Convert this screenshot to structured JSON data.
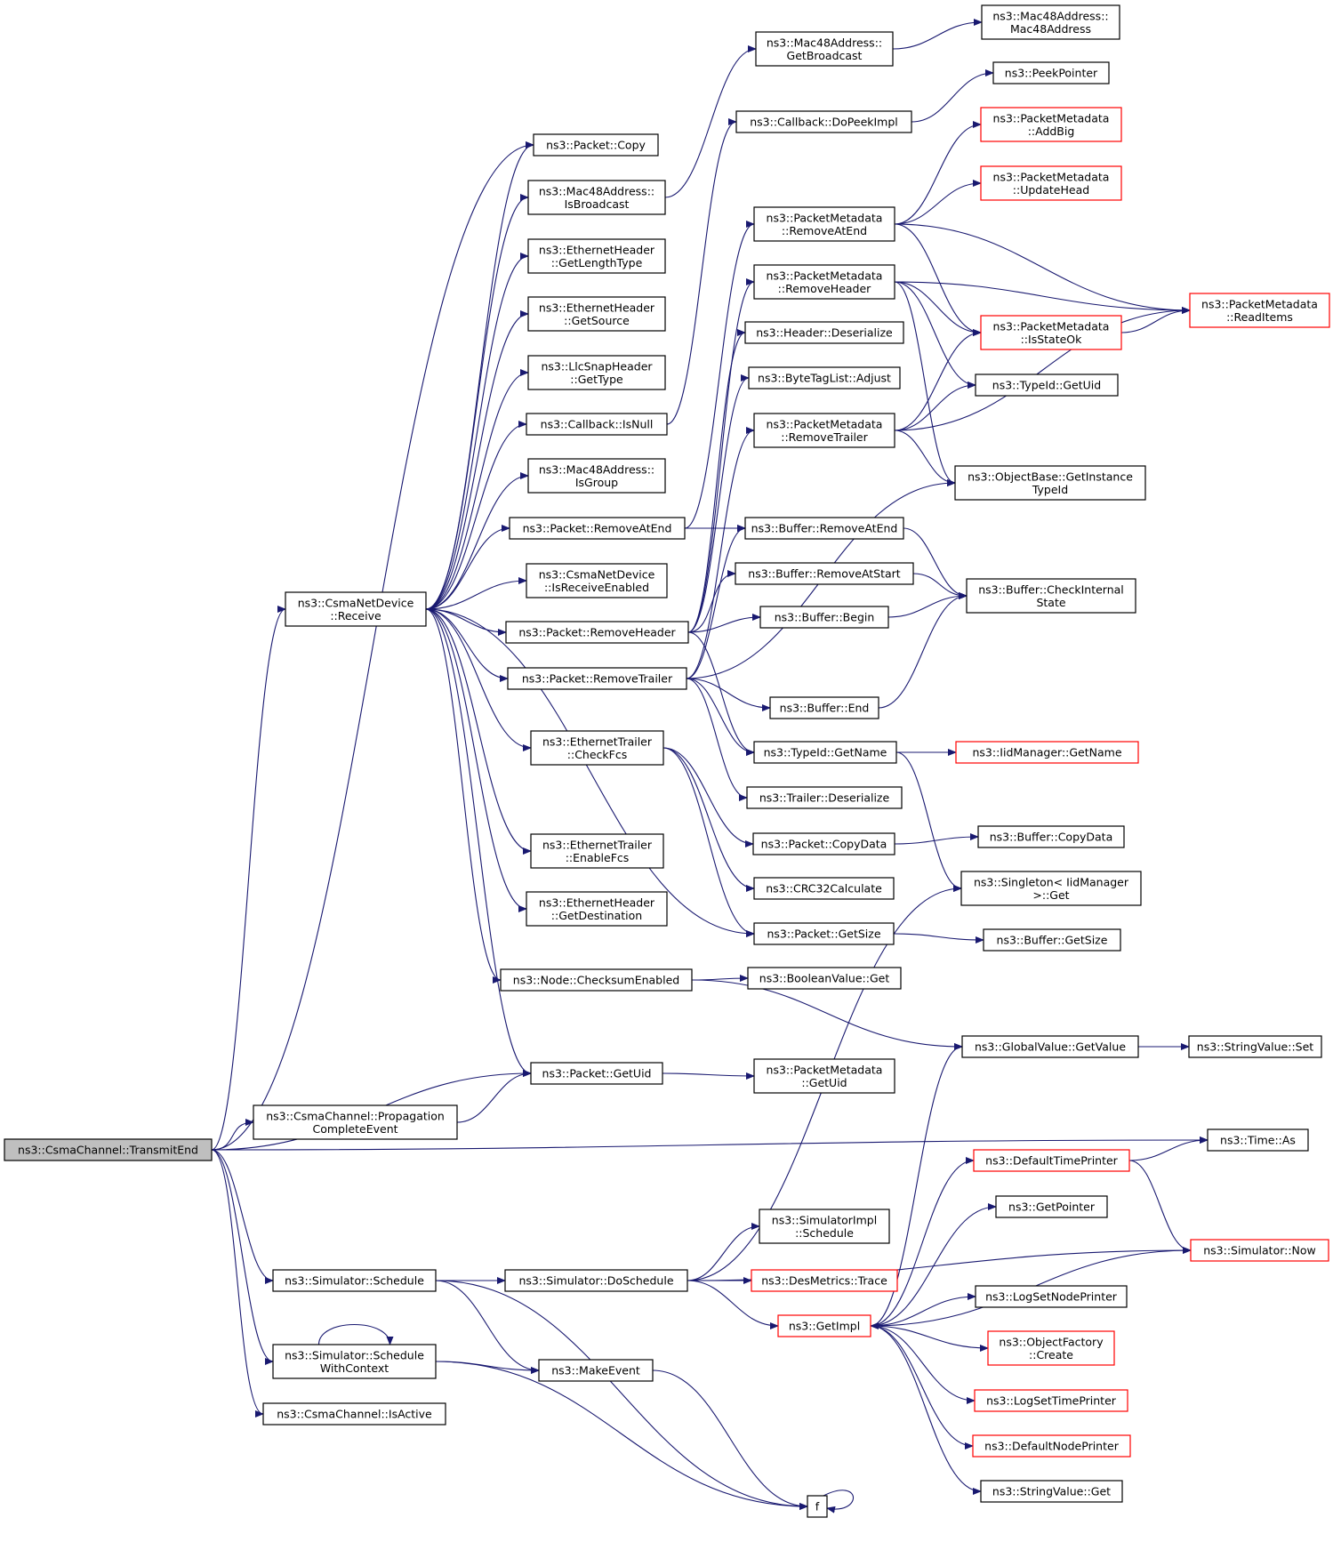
{
  "colors": {
    "edge": "#191970",
    "node_border": "#000000",
    "truncated_border": "#ff0000",
    "root_fill": "#bfbfbf"
  },
  "nodes": [
    {
      "id": "transmitEnd",
      "lines": [
        "ns3::CsmaChannel::TransmitEnd"
      ],
      "root": true
    },
    {
      "id": "receive",
      "lines": [
        "ns3::CsmaNetDevice",
        "::Receive"
      ]
    },
    {
      "id": "propagation",
      "lines": [
        "ns3::CsmaChannel::Propagation",
        "CompleteEvent"
      ]
    },
    {
      "id": "simSchedule",
      "lines": [
        "ns3::Simulator::Schedule"
      ]
    },
    {
      "id": "simScheduleCtx",
      "lines": [
        "ns3::Simulator::Schedule",
        "WithContext"
      ]
    },
    {
      "id": "isActive",
      "lines": [
        "ns3::CsmaChannel::IsActive"
      ]
    },
    {
      "id": "packetCopy",
      "lines": [
        "ns3::Packet::Copy"
      ]
    },
    {
      "id": "isBroadcast",
      "lines": [
        "ns3::Mac48Address::",
        "IsBroadcast"
      ]
    },
    {
      "id": "getLengthType",
      "lines": [
        "ns3::EthernetHeader",
        "::GetLengthType"
      ]
    },
    {
      "id": "getSource",
      "lines": [
        "ns3::EthernetHeader",
        "::GetSource"
      ]
    },
    {
      "id": "llcGetType",
      "lines": [
        "ns3::LlcSnapHeader",
        "::GetType"
      ]
    },
    {
      "id": "cbIsNull",
      "lines": [
        "ns3::Callback::IsNull"
      ]
    },
    {
      "id": "isGroup",
      "lines": [
        "ns3::Mac48Address::",
        "IsGroup"
      ]
    },
    {
      "id": "pktRemoveAtEnd",
      "lines": [
        "ns3::Packet::RemoveAtEnd"
      ]
    },
    {
      "id": "isReceiveEnabled",
      "lines": [
        "ns3::CsmaNetDevice",
        "::IsReceiveEnabled"
      ]
    },
    {
      "id": "pktRemoveHeader",
      "lines": [
        "ns3::Packet::RemoveHeader"
      ]
    },
    {
      "id": "pktRemoveTrailer",
      "lines": [
        "ns3::Packet::RemoveTrailer"
      ]
    },
    {
      "id": "checkFcs",
      "lines": [
        "ns3::EthernetTrailer",
        "::CheckFcs"
      ]
    },
    {
      "id": "enableFcs",
      "lines": [
        "ns3::EthernetTrailer",
        "::EnableFcs"
      ]
    },
    {
      "id": "getDestination",
      "lines": [
        "ns3::EthernetHeader",
        "::GetDestination"
      ]
    },
    {
      "id": "checksumEnabled",
      "lines": [
        "ns3::Node::ChecksumEnabled"
      ]
    },
    {
      "id": "pktGetUid",
      "lines": [
        "ns3::Packet::GetUid"
      ]
    },
    {
      "id": "doSchedule",
      "lines": [
        "ns3::Simulator::DoSchedule"
      ]
    },
    {
      "id": "makeEvent",
      "lines": [
        "ns3::MakeEvent"
      ]
    },
    {
      "id": "f",
      "lines": [
        "f"
      ]
    },
    {
      "id": "getBroadcast",
      "lines": [
        "ns3::Mac48Address::",
        "GetBroadcast"
      ]
    },
    {
      "id": "doPeekImpl",
      "lines": [
        "ns3::Callback::DoPeekImpl"
      ]
    },
    {
      "id": "pmRemoveAtEnd",
      "lines": [
        "ns3::PacketMetadata",
        "::RemoveAtEnd"
      ]
    },
    {
      "id": "pmRemoveHeader",
      "lines": [
        "ns3::PacketMetadata",
        "::RemoveHeader"
      ]
    },
    {
      "id": "headerDeserialize",
      "lines": [
        "ns3::Header::Deserialize"
      ]
    },
    {
      "id": "btlAdjust",
      "lines": [
        "ns3::ByteTagList::Adjust"
      ]
    },
    {
      "id": "pmRemoveTrailer",
      "lines": [
        "ns3::PacketMetadata",
        "::RemoveTrailer"
      ]
    },
    {
      "id": "bufRemoveAtEnd",
      "lines": [
        "ns3::Buffer::RemoveAtEnd"
      ]
    },
    {
      "id": "bufRemoveAtStart",
      "lines": [
        "ns3::Buffer::RemoveAtStart"
      ]
    },
    {
      "id": "bufBegin",
      "lines": [
        "ns3::Buffer::Begin"
      ]
    },
    {
      "id": "bufEnd",
      "lines": [
        "ns3::Buffer::End"
      ]
    },
    {
      "id": "typeIdGetName",
      "lines": [
        "ns3::TypeId::GetName"
      ]
    },
    {
      "id": "trailerDeserialize",
      "lines": [
        "ns3::Trailer::Deserialize"
      ]
    },
    {
      "id": "pktCopyData",
      "lines": [
        "ns3::Packet::CopyData"
      ]
    },
    {
      "id": "crc32",
      "lines": [
        "ns3::CRC32Calculate"
      ]
    },
    {
      "id": "pktGetSize",
      "lines": [
        "ns3::Packet::GetSize"
      ]
    },
    {
      "id": "boolGet",
      "lines": [
        "ns3::BooleanValue::Get"
      ]
    },
    {
      "id": "pmGetUid",
      "lines": [
        "ns3::PacketMetadata",
        "::GetUid"
      ]
    },
    {
      "id": "simImplSchedule",
      "lines": [
        "ns3::SimulatorImpl",
        "::Schedule"
      ]
    },
    {
      "id": "desMetrics",
      "lines": [
        "ns3::DesMetrics::Trace"
      ],
      "red": true
    },
    {
      "id": "getImpl",
      "lines": [
        "ns3::GetImpl"
      ],
      "red": true
    },
    {
      "id": "mac48ctor",
      "lines": [
        "ns3::Mac48Address::",
        "Mac48Address"
      ]
    },
    {
      "id": "peekPointer",
      "lines": [
        "ns3::PeekPointer"
      ]
    },
    {
      "id": "addBig",
      "lines": [
        "ns3::PacketMetadata",
        "::AddBig"
      ],
      "red": true
    },
    {
      "id": "updateHead",
      "lines": [
        "ns3::PacketMetadata",
        "::UpdateHead"
      ],
      "red": true
    },
    {
      "id": "isStateOk",
      "lines": [
        "ns3::PacketMetadata",
        "::IsStateOk"
      ],
      "red": true
    },
    {
      "id": "typeIdGetUid",
      "lines": [
        "ns3::TypeId::GetUid"
      ]
    },
    {
      "id": "getInstanceTypeId",
      "lines": [
        "ns3::ObjectBase::GetInstance",
        "TypeId"
      ]
    },
    {
      "id": "checkInternalState",
      "lines": [
        "ns3::Buffer::CheckInternal",
        "State"
      ]
    },
    {
      "id": "iidGetName",
      "lines": [
        "ns3::IidManager::GetName"
      ],
      "red": true
    },
    {
      "id": "bufCopyData",
      "lines": [
        "ns3::Buffer::CopyData"
      ]
    },
    {
      "id": "singletonGet",
      "lines": [
        "ns3::Singleton< IidManager",
        ">::Get"
      ]
    },
    {
      "id": "bufGetSize",
      "lines": [
        "ns3::Buffer::GetSize"
      ]
    },
    {
      "id": "globalGetValue",
      "lines": [
        "ns3::GlobalValue::GetValue"
      ]
    },
    {
      "id": "defaultTimePrinter",
      "lines": [
        "ns3::DefaultTimePrinter"
      ],
      "red": true
    },
    {
      "id": "getPointer",
      "lines": [
        "ns3::GetPointer"
      ]
    },
    {
      "id": "logSetNodePrinter",
      "lines": [
        "ns3::LogSetNodePrinter"
      ]
    },
    {
      "id": "objectFactoryCreate",
      "lines": [
        "ns3::ObjectFactory",
        "::Create"
      ],
      "red": true
    },
    {
      "id": "logSetTimePrinter",
      "lines": [
        "ns3::LogSetTimePrinter"
      ],
      "red": true
    },
    {
      "id": "defaultNodePrinter",
      "lines": [
        "ns3::DefaultNodePrinter"
      ],
      "red": true
    },
    {
      "id": "stringValueGet",
      "lines": [
        "ns3::StringValue::Get"
      ]
    },
    {
      "id": "readItems",
      "lines": [
        "ns3::PacketMetadata",
        "::ReadItems"
      ],
      "red": true
    },
    {
      "id": "stringValueSet",
      "lines": [
        "ns3::StringValue::Set"
      ]
    },
    {
      "id": "timeAs",
      "lines": [
        "ns3::Time::As"
      ]
    },
    {
      "id": "simulatorNow",
      "lines": [
        "ns3::Simulator::Now"
      ],
      "red": true
    }
  ]
}
